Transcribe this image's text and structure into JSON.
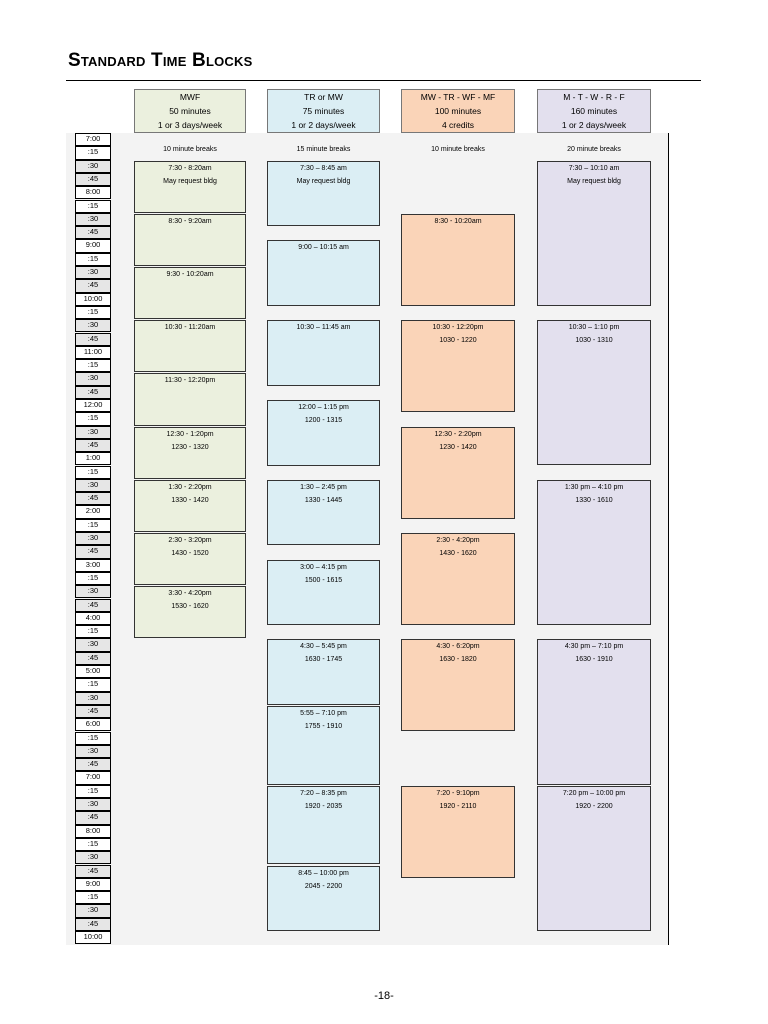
{
  "page": {
    "title": "Standard Time Blocks",
    "page_number": "-18-"
  },
  "colors": {
    "mwf": "#ebf0de",
    "tr": "#dbeef4",
    "mwtr": "#fad4b8",
    "mtwrf": "#e3e0ee"
  },
  "time_slots": [
    "7:00",
    ":15",
    ":30",
    ":45",
    "8:00",
    ":15",
    ":30",
    ":45",
    "9:00",
    ":15",
    ":30",
    ":45",
    "10:00",
    ":15",
    ":30",
    ":45",
    "11:00",
    ":15",
    ":30",
    ":45",
    "12:00",
    ":15",
    ":30",
    ":45",
    "1:00",
    ":15",
    ":30",
    ":45",
    "2:00",
    ":15",
    ":30",
    ":45",
    "3:00",
    ":15",
    ":30",
    ":45",
    "4:00",
    ":15",
    ":30",
    ":45",
    "5:00",
    ":15",
    ":30",
    ":45",
    "6:00",
    ":15",
    ":30",
    ":45",
    "7:00",
    ":15",
    ":30",
    ":45",
    "8:00",
    ":15",
    ":30",
    ":45",
    "9:00",
    ":15",
    ":30",
    ":45",
    "10:00"
  ],
  "columns": [
    {
      "key": "mwf",
      "header": [
        "MWF",
        "50 minutes",
        "1 or 3 days/week"
      ],
      "break_label": "10 minute breaks",
      "blocks": [
        {
          "start": 2,
          "end": 6,
          "lines": [
            "7:30 - 8:20am",
            "May request bldg"
          ]
        },
        {
          "start": 6,
          "end": 10,
          "lines": [
            "8:30 - 9:20am"
          ]
        },
        {
          "start": 10,
          "end": 14,
          "lines": [
            "9:30 - 10:20am"
          ]
        },
        {
          "start": 14,
          "end": 18,
          "lines": [
            "10:30 - 11:20am"
          ]
        },
        {
          "start": 18,
          "end": 22,
          "lines": [
            "11:30 - 12:20pm"
          ]
        },
        {
          "start": 22,
          "end": 26,
          "lines": [
            "12:30 - 1:20pm",
            "1230 - 1320"
          ]
        },
        {
          "start": 26,
          "end": 30,
          "lines": [
            "1:30 - 2:20pm",
            "1330 - 1420"
          ]
        },
        {
          "start": 30,
          "end": 34,
          "lines": [
            "2:30 - 3:20pm",
            "1430 - 1520"
          ]
        },
        {
          "start": 34,
          "end": 38,
          "lines": [
            "3:30 - 4:20pm",
            "1530 - 1620"
          ]
        }
      ]
    },
    {
      "key": "tr",
      "header": [
        "TR or MW",
        "75 minutes",
        "1 or 2 days/week"
      ],
      "break_label": "15 minute breaks",
      "blocks": [
        {
          "start": 2,
          "end": 7,
          "lines": [
            "7:30 – 8:45 am",
            "May request bldg"
          ]
        },
        {
          "start": 8,
          "end": 13,
          "lines": [
            "9:00 – 10:15 am"
          ]
        },
        {
          "start": 14,
          "end": 19,
          "lines": [
            "10:30 – 11:45 am"
          ]
        },
        {
          "start": 20,
          "end": 25,
          "lines": [
            "12:00 – 1:15 pm",
            "1200 - 1315"
          ]
        },
        {
          "start": 26,
          "end": 31,
          "lines": [
            "1:30 – 2:45 pm",
            "1330 - 1445"
          ]
        },
        {
          "start": 32,
          "end": 37,
          "lines": [
            "3:00 – 4:15 pm",
            "1500 - 1615"
          ]
        },
        {
          "start": 38,
          "end": 43,
          "lines": [
            "4:30 – 5:45 pm",
            "1630 - 1745"
          ]
        },
        {
          "start": 43,
          "end": 49,
          "lines": [
            "5:55 – 7:10 pm",
            "1755 - 1910"
          ]
        },
        {
          "start": 49,
          "end": 55,
          "lines": [
            "7:20 – 8:35 pm",
            "1920 - 2035"
          ]
        },
        {
          "start": 55,
          "end": 60,
          "lines": [
            "8:45 – 10:00 pm",
            "2045 - 2200"
          ]
        }
      ]
    },
    {
      "key": "mwtr",
      "header": [
        "MW - TR - WF - MF",
        "100 minutes",
        "4 credits"
      ],
      "break_label": "10 minute breaks",
      "blocks": [
        {
          "start": 6,
          "end": 13,
          "lines": [
            "8:30 - 10:20am"
          ]
        },
        {
          "start": 14,
          "end": 21,
          "lines": [
            "10:30 - 12:20pm",
            "1030 - 1220"
          ]
        },
        {
          "start": 22,
          "end": 29,
          "lines": [
            "12:30 - 2:20pm",
            "1230 - 1420"
          ]
        },
        {
          "start": 30,
          "end": 37,
          "lines": [
            "2:30 - 4:20pm",
            "1430 - 1620"
          ]
        },
        {
          "start": 38,
          "end": 45,
          "lines": [
            "4:30 - 6:20pm",
            "1630 - 1820"
          ]
        },
        {
          "start": 49,
          "end": 56,
          "lines": [
            "7:20 - 9:10pm",
            "1920 - 2110"
          ]
        }
      ]
    },
    {
      "key": "mtwrf",
      "header": [
        "M - T - W - R - F",
        "160 minutes",
        "1 or 2 days/week"
      ],
      "break_label": "20 minute breaks",
      "blocks": [
        {
          "start": 2,
          "end": 13,
          "lines": [
            "7:30 – 10:10 am",
            "May request bldg"
          ]
        },
        {
          "start": 14,
          "end": 25,
          "lines": [
            "10:30 – 1:10 pm",
            "1030 - 1310"
          ]
        },
        {
          "start": 26,
          "end": 37,
          "lines": [
            "1:30 pm – 4:10 pm",
            "1330 - 1610"
          ]
        },
        {
          "start": 38,
          "end": 49,
          "lines": [
            "4:30 pm – 7:10 pm",
            "1630 - 1910"
          ]
        },
        {
          "start": 49,
          "end": 60,
          "lines": [
            "7:20 pm – 10:00 pm",
            "1920 - 2200"
          ]
        }
      ]
    }
  ]
}
